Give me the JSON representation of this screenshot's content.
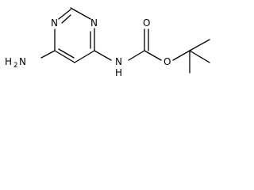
{
  "molecule": {
    "atoms": {
      "n1": "N",
      "n3": "N",
      "o_carbonyl": "O",
      "o_ester": "O",
      "nh_amide_n": "N",
      "nh_amide_h": "H",
      "nh2_h": "H",
      "nh2_n": "N",
      "nh2_sub": "2"
    }
  }
}
